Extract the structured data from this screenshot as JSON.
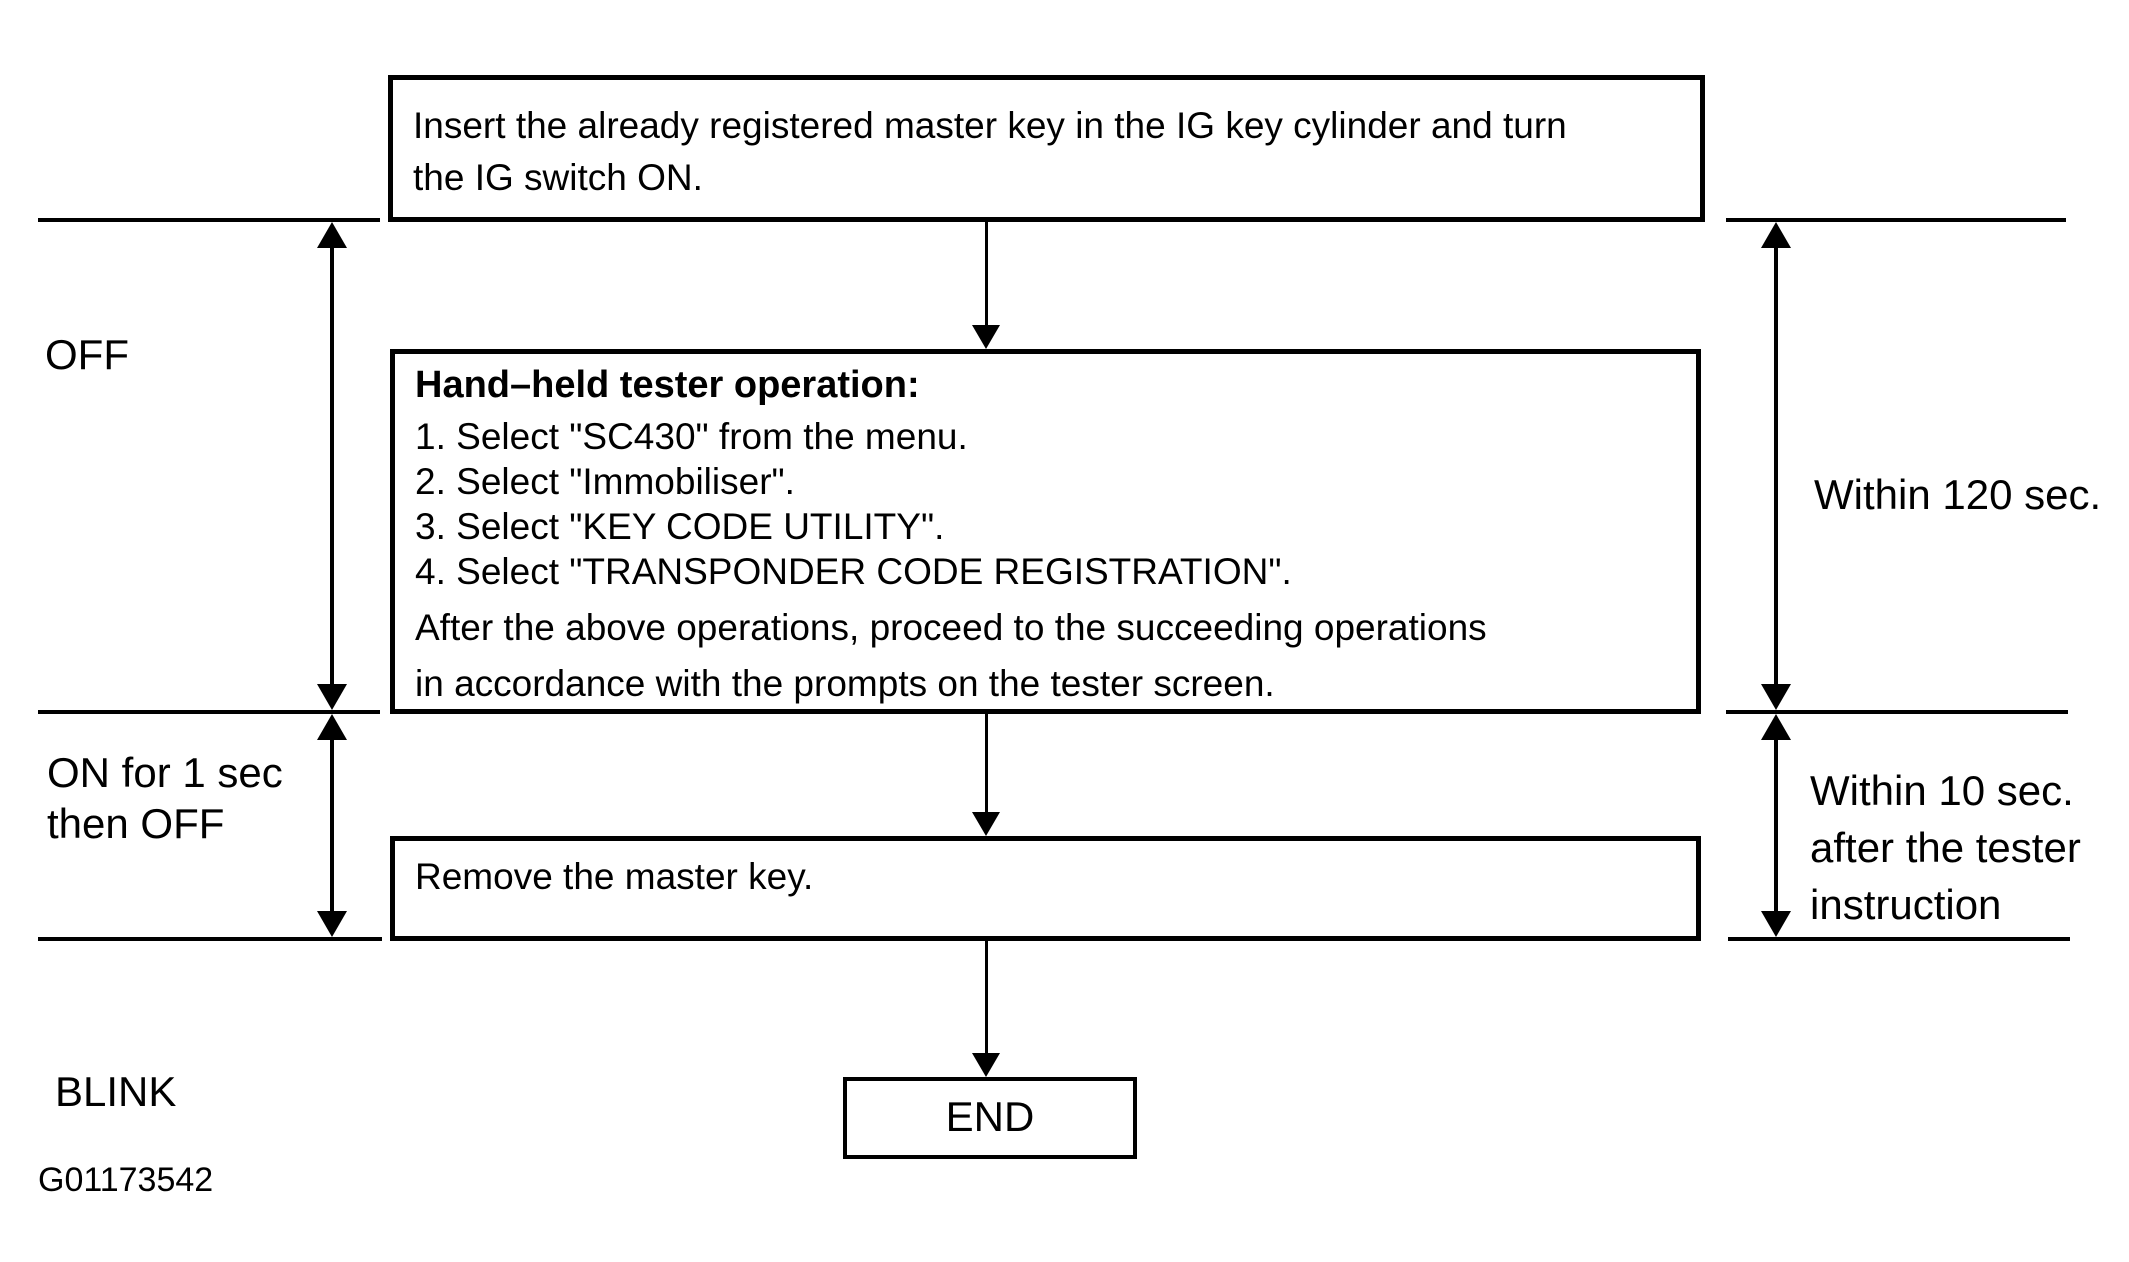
{
  "figure": {
    "colors": {
      "ink": "#000000",
      "background": "#ffffff"
    },
    "boxes": {
      "step1": {
        "lines": [
          "Insert the already registered master key in the IG key cylinder and turn",
          "the IG switch ON."
        ]
      },
      "step2": {
        "title": "Hand–held tester operation:",
        "items": [
          "1. Select \"SC430\" from the menu.",
          "2. Select \"Immobiliser\".",
          "3. Select \"KEY CODE UTILITY\".",
          "4. Select \"TRANSPONDER CODE REGISTRATION\"."
        ],
        "note_lines": [
          "After the above operations, proceed to the succeeding operations",
          "in accordance with the prompts on the tester screen."
        ]
      },
      "step3": {
        "text": "Remove the master key."
      },
      "end": {
        "text": "END"
      }
    },
    "left_axis": {
      "label_off": "OFF",
      "label_on_lines": [
        "ON for 1 sec",
        "then OFF"
      ],
      "label_blink": "BLINK",
      "figure_id": "G01173542"
    },
    "right_axis": {
      "label_within_120": "Within 120 sec.",
      "label_within_10_lines": [
        "Within 10 sec.",
        "after the tester",
        "instruction"
      ]
    }
  }
}
